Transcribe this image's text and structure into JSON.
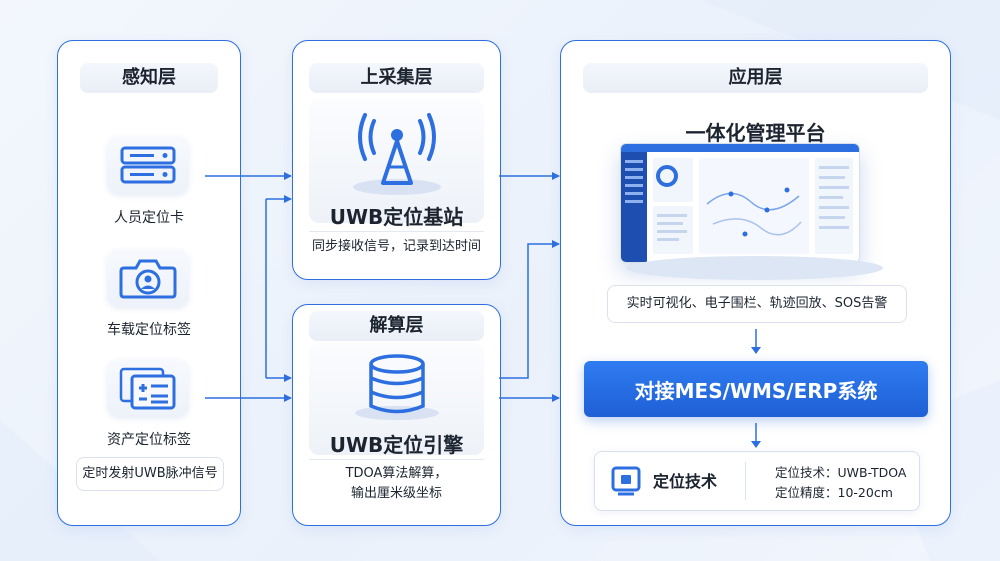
{
  "perception": {
    "title": "感知层",
    "items": [
      {
        "label": "人员定位卡",
        "icon": "server-card-icon"
      },
      {
        "label": "车载定位标签",
        "icon": "vehicle-tag-icon"
      },
      {
        "label": "资产定位标签",
        "icon": "asset-tag-icon"
      }
    ],
    "desc": "定时发射UWB脉冲信号"
  },
  "acquisition": {
    "title": "上采集层",
    "name": "UWB定位基站",
    "desc": "同步接收信号，记录到达时间",
    "icon": "antenna-tower-icon"
  },
  "compute": {
    "title": "解算层",
    "name": "UWB定位引擎",
    "desc_line1": "TDOA算法解算，",
    "desc_line2": "输出厘米级坐标",
    "icon": "database-icon"
  },
  "application": {
    "title": "应用层",
    "platform": "一体化管理平台",
    "features": "实时可视化、电子围栏、轨迹回放、SOS告警",
    "integration": "对接MES/WMS/ERP系统",
    "tech": {
      "title": "定位技术",
      "line1": "定位技术：UWB-TDOA",
      "line2": "定位精度：10-20cm",
      "icon": "chip-icon"
    }
  },
  "colors": {
    "accent": "#2d6fe0",
    "accent_dark": "#1f5fd6"
  }
}
